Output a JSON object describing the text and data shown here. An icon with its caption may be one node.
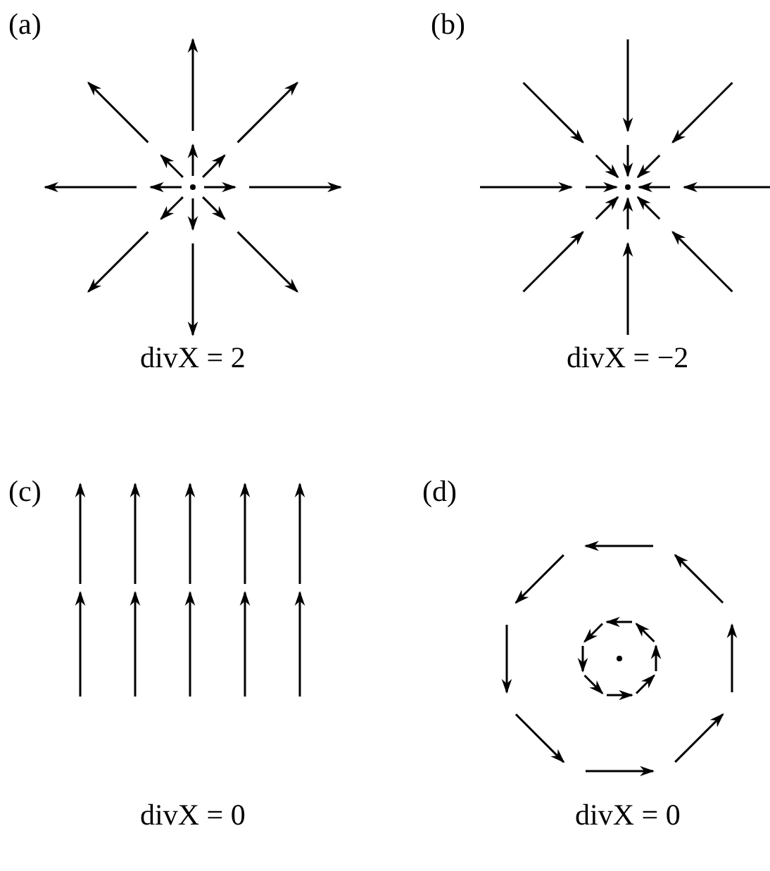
{
  "diagram": {
    "labels": [
      "(a)",
      "(b)",
      "divX = 2",
      "divX = −2",
      "(c)",
      "(d)",
      "divX = 0",
      "divX = 0"
    ]
  }
}
